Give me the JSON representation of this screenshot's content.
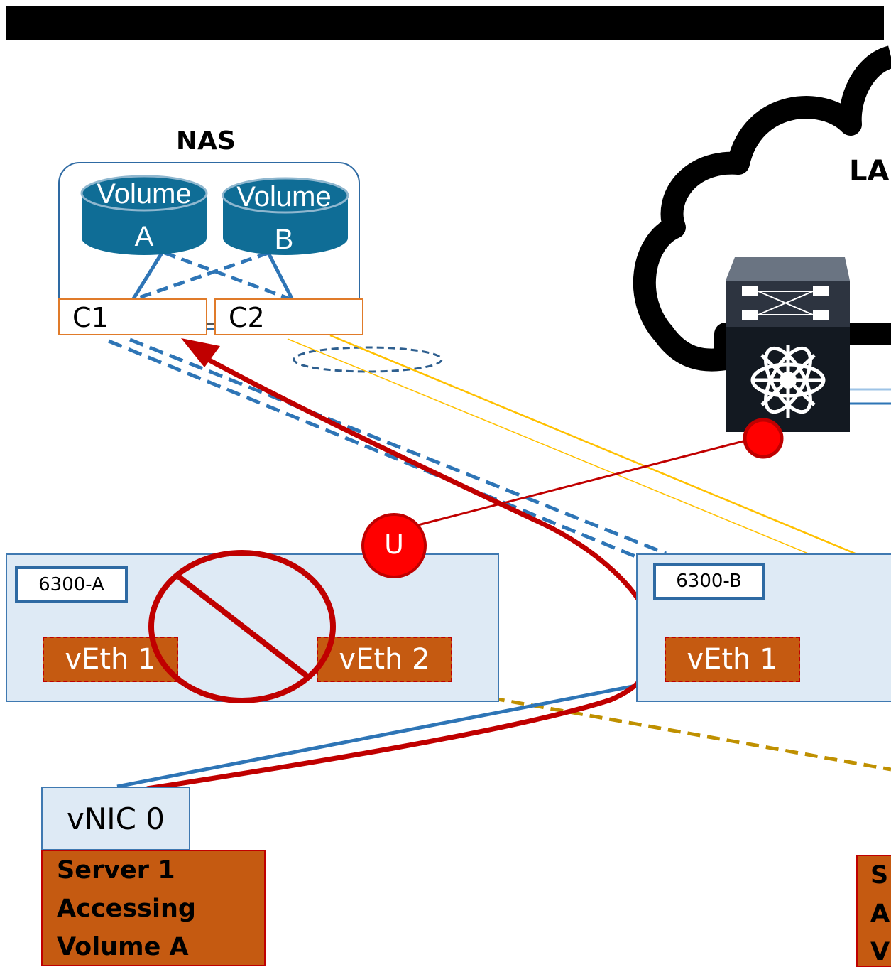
{
  "nas": {
    "title": "NAS",
    "volumes": [
      {
        "name": "Volume",
        "letter": "A"
      },
      {
        "name": "Volume",
        "letter": "B"
      }
    ],
    "controllers": [
      "C1",
      "C2"
    ]
  },
  "cloud": {
    "label": "LA"
  },
  "fabric_a": {
    "label": "6300-A",
    "veths": [
      "vEth 1",
      "vEth 2"
    ]
  },
  "fabric_b": {
    "label": "6300-B",
    "veths": [
      "vEth 1"
    ]
  },
  "uplink_marker": "U",
  "vnic": {
    "label": "vNIC 0"
  },
  "server1": {
    "lines": [
      "Server 1",
      "Accessing",
      "Volume A"
    ]
  },
  "server2": {
    "lines": [
      "S",
      "A",
      "V"
    ]
  },
  "colors": {
    "volume": "#0f6d96",
    "fabric_fill": "#deeaf5",
    "veth": "#c55a11",
    "path_red": "#c00000",
    "link_blue": "#2e75b6",
    "link_gold": "#ffc000",
    "dashed_gold": "#bf9000"
  }
}
